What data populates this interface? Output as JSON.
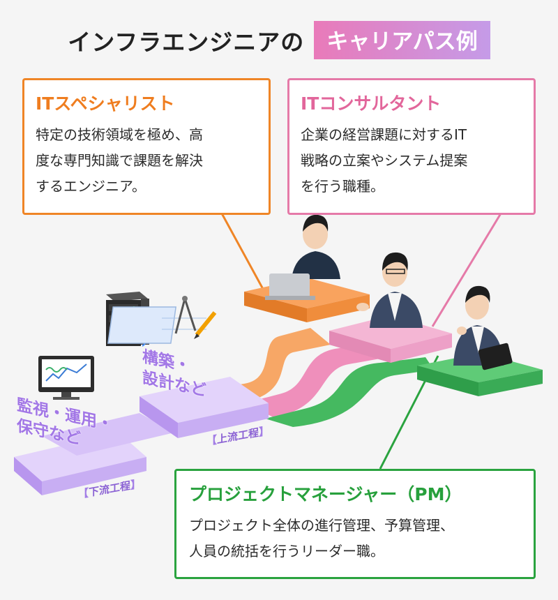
{
  "title": {
    "main": "インフラエンジニアの",
    "badge": "キャリアパス例"
  },
  "careers": [
    {
      "title": "ITスペシャリスト",
      "lines": [
        "特定の技術領域を極め、高",
        "度な専門知識で課題を解決",
        "するエンジニア。"
      ]
    },
    {
      "title": "ITコンサルタント",
      "lines": [
        "企業の経営課題に対するIT",
        "戦略の立案やシステム提案",
        "を行う職種。"
      ]
    },
    {
      "title": "プロジェクトマネージャー（PM）",
      "lines": [
        "プロジェクト全体の進行管理、予算管理、",
        "人員の統括を行うリーダー職。"
      ]
    }
  ],
  "stages": {
    "lower": {
      "lines": [
        "監視・運用・",
        "保守など"
      ],
      "tag": "下流工程"
    },
    "upper": {
      "lines": [
        "構築・",
        "設計など"
      ],
      "tag": "上流工程"
    }
  },
  "colors": {
    "specialist": "#ef8526",
    "consultant": "#e57aa8",
    "pm": "#2aa33f",
    "stage": "#c7a9f3"
  }
}
